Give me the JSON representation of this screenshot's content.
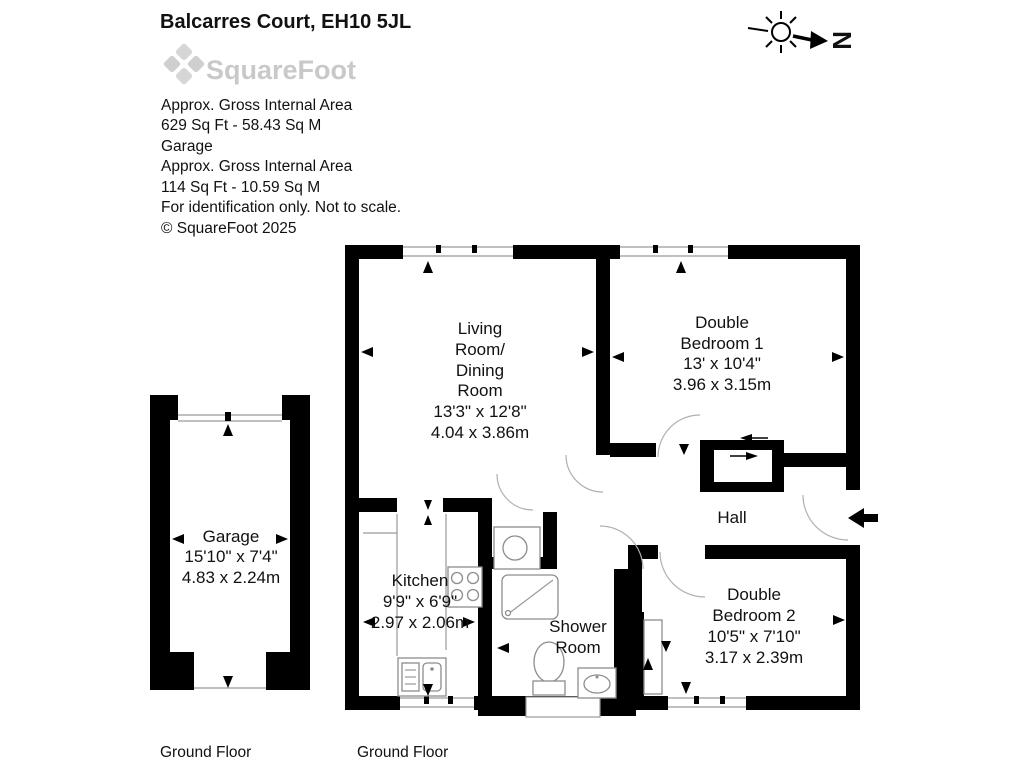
{
  "title": "Balcarres Court, EH10 5JL",
  "logo": {
    "text": "SquareFoot"
  },
  "info_lines": [
    "Approx. Gross Internal Area",
    "629 Sq Ft  -  58.43 Sq M",
    "Garage",
    "Approx. Gross Internal Area",
    "114 Sq Ft  -  10.59 Sq M",
    "For identification only. Not to scale.",
    "© SquareFoot 2025"
  ],
  "compass": {
    "label": "N"
  },
  "rooms": {
    "living": {
      "lines": [
        "Living",
        "Room/",
        "Dining",
        "Room"
      ],
      "dims_ft": "13'3\" x 12'8\"",
      "dims_m": "4.04 x 3.86m"
    },
    "bedroom1": {
      "lines": [
        "Double",
        "Bedroom 1"
      ],
      "dims_ft": "13' x 10'4\"",
      "dims_m": "3.96 x 3.15m"
    },
    "bedroom2": {
      "lines": [
        "Double",
        "Bedroom 2"
      ],
      "dims_ft": "10'5\" x 7'10\"",
      "dims_m": "3.17 x 2.39m"
    },
    "kitchen": {
      "name": "Kitchen",
      "dims_ft": "9'9\" x 6'9\"",
      "dims_m": "2.97 x 2.06m"
    },
    "shower": {
      "lines": [
        "Shower",
        "Room"
      ]
    },
    "hall": {
      "name": "Hall"
    },
    "garage": {
      "name": "Garage",
      "dims_ft": "15'10\" x 7'4\"",
      "dims_m": "4.83 x 2.24m"
    }
  },
  "floor_labels": {
    "garage": "Ground Floor",
    "flat": "Ground Floor"
  },
  "colors": {
    "wall": "#000000",
    "fixture": "#8d8d8d",
    "logo": "#c9c9c9"
  }
}
